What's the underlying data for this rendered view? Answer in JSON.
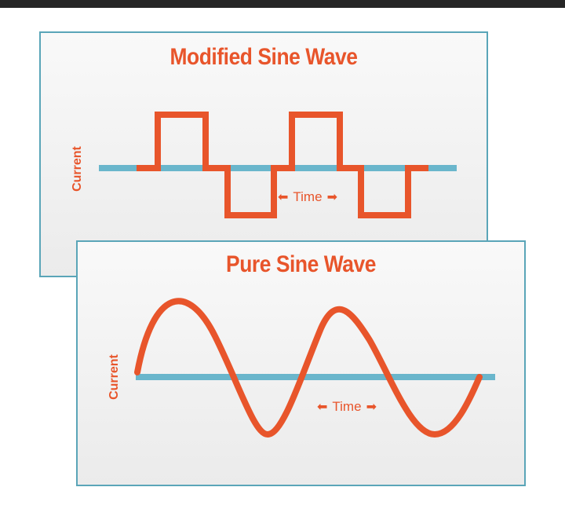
{
  "top_panel": {
    "title": "Modified Sine Wave",
    "ylabel": "Current",
    "time_label": "Time"
  },
  "bottom_panel": {
    "title": "Pure Sine Wave",
    "ylabel": "Current",
    "time_label": "Time"
  },
  "colors": {
    "wave": "#e8552b",
    "axis": "#6ab6cc",
    "border": "#5aa5b8"
  }
}
